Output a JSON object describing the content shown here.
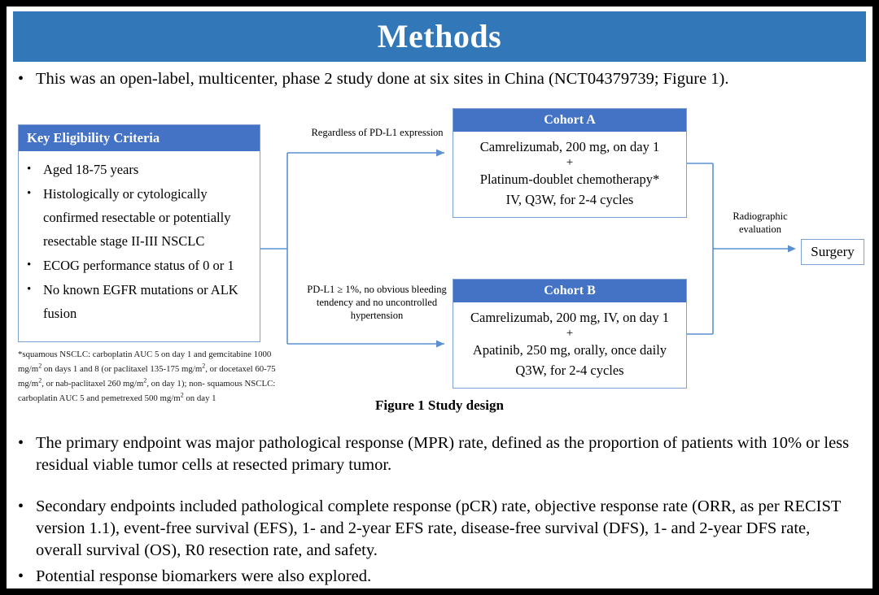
{
  "slide": {
    "title": "Methods",
    "accent_blue": "#3278b9",
    "header_blue": "#4472c4",
    "border_blue": "#7c9fd4",
    "frame_color": "#000000"
  },
  "bullets": {
    "marker": "•",
    "lead": "This was an open-label, multicenter, phase 2 study done at six sites in China (NCT04379739; Figure 1).",
    "primary_endpoint": "The primary endpoint was major pathological response (MPR) rate, defined as the proportion of patients with 10% or less residual viable tumor cells at resected primary tumor.",
    "secondary_endpoints": "Secondary endpoints included pathological complete response (pCR) rate, objective response rate (ORR, as per RECIST version 1.1), event-free survival (EFS), 1- and 2-year EFS rate, disease-free survival (DFS), 1- and 2-year DFS rate, overall survival (OS), R0 resection rate, and safety.",
    "biomarkers": "Potential response biomarkers were also explored."
  },
  "figure": {
    "caption": "Figure 1 Study design",
    "eligibility": {
      "header": "Key  Eligibility Criteria",
      "marker": "•",
      "items": [
        "Aged 18-75 years",
        "Histologically or cytologically confirmed resectable or potentially resectable stage II-III  NSCLC",
        "ECOG performance status of 0 or 1",
        "No known EGFR mutations or ALK fusion"
      ]
    },
    "footnote_lines": [
      "*squamous NSCLC: carboplatin AUC 5 on day 1 and gemcitabine 1000 mg/m2 on days 1 and 8 (or",
      "paclitaxel 135-175 mg/m2, or docetaxel 60-75 mg/m2, or nab-paclitaxel 260 mg/m2, on day 1); non-",
      "squamous NSCLC: carboplatin AUC 5 and pemetrexed 500 mg/m2 on day 1"
    ],
    "branch_labels": {
      "cohort_a": "Regardless  of PD-L1 expression",
      "cohort_b": "PD-L1 ≥ 1%, no obvious bleeding tendency and no uncontrolled  hypertension",
      "radiographic": "Radiographic evaluation"
    },
    "cohort_a": {
      "header": "Cohort A",
      "line1": "Camrelizumab, 200 mg, on day 1",
      "plus": "+",
      "line2": "Platinum-doublet chemotherapy*",
      "line3": "IV, Q3W, for 2-4 cycles"
    },
    "cohort_b": {
      "header": "Cohort B",
      "line1": "Camrelizumab, 200 mg, IV, on day 1",
      "plus": "+",
      "line2": "Apatinib, 250 mg, orally, once daily",
      "line3": "Q3W, for 2-4 cycles"
    },
    "surgery": "Surgery"
  }
}
